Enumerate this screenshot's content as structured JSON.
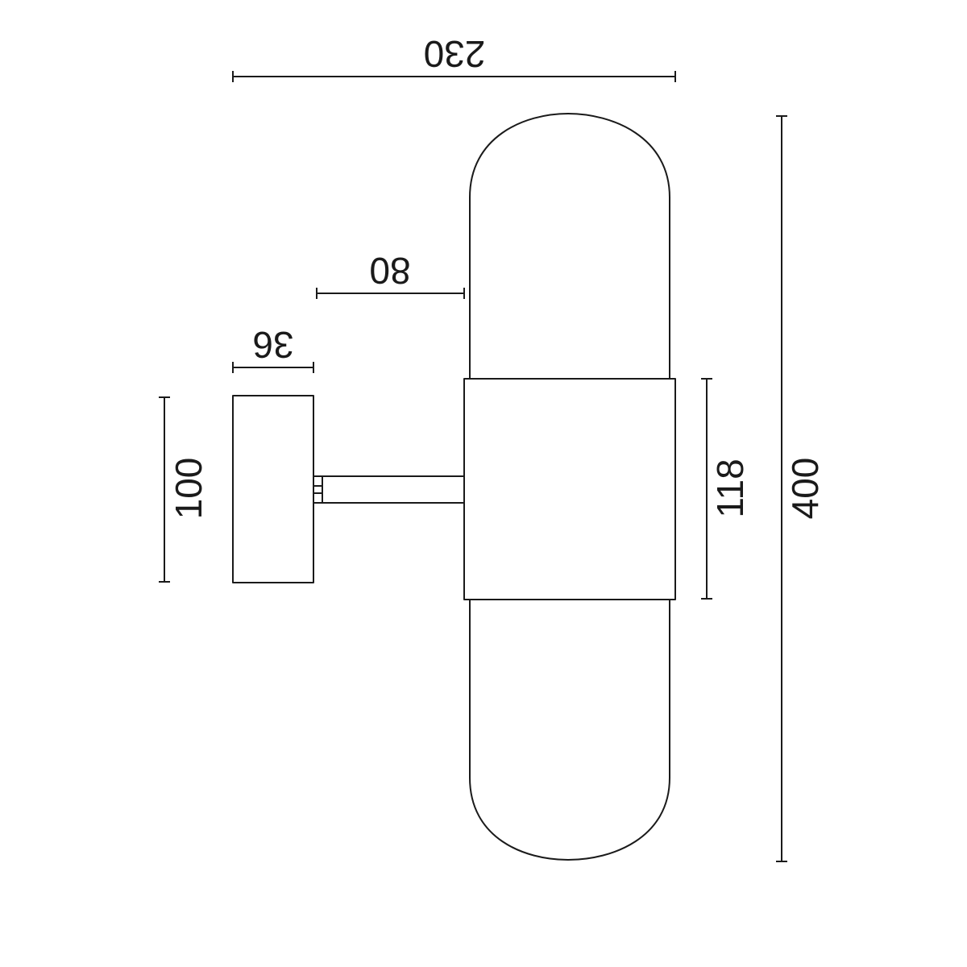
{
  "dimensions": {
    "width_total": "230",
    "arm_length": "80",
    "base_depth": "36",
    "base_height": "100",
    "band_height": "118",
    "height_total": "400"
  }
}
